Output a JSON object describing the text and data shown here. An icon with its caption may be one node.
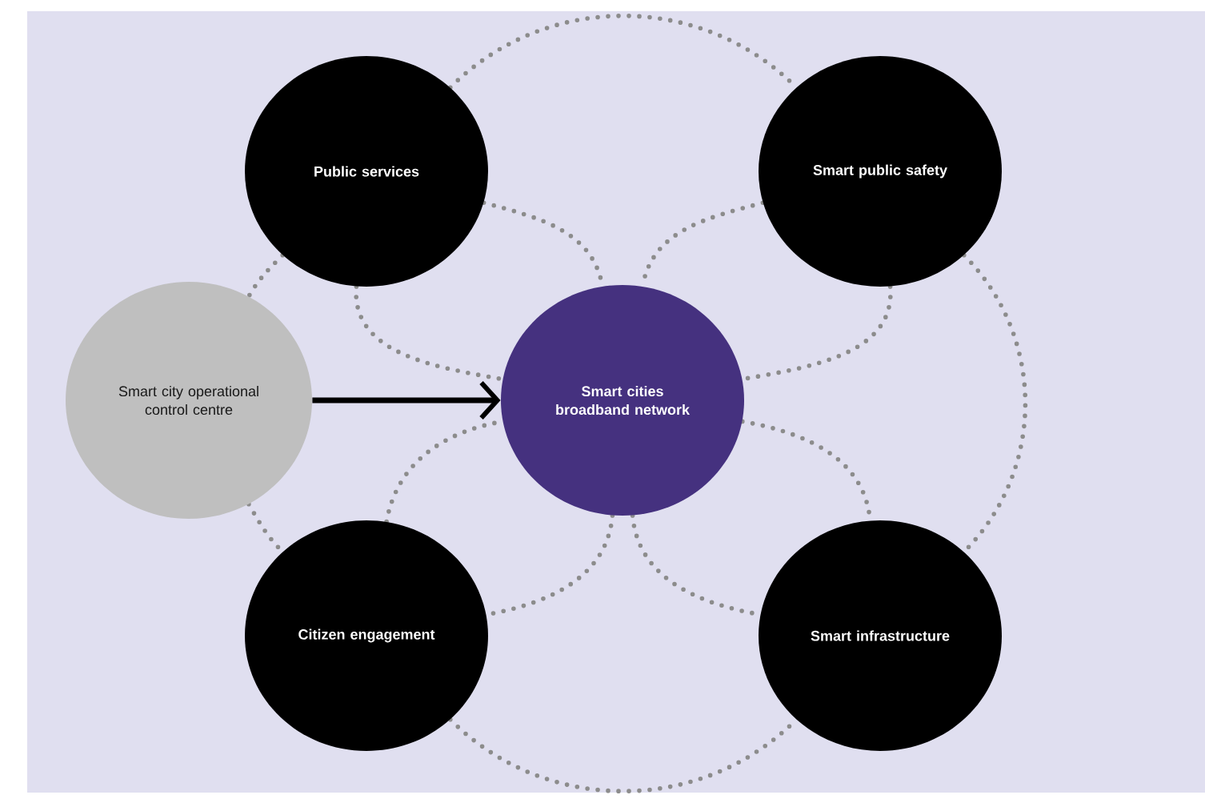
{
  "diagram": {
    "nodes": [
      {
        "text": [
          "Public services"
        ]
      },
      {
        "text": [
          "Smart public safety"
        ]
      },
      {
        "text": [
          "Smart city operational control centre"
        ]
      },
      {
        "text": [
          "Smart cities broadband network"
        ]
      },
      {
        "text": [
          "Citizen engagement"
        ]
      },
      {
        "text": [
          "Smart infrastructure"
        ]
      }
    ],
    "edges": [
      {
        "from": 0,
        "to": 1,
        "arrow": "none",
        "style": "dashed"
      },
      {
        "from": 0,
        "to": 3,
        "arrow": "none",
        "style": "dashed"
      },
      {
        "from": 1,
        "to": 3,
        "arrow": "none",
        "style": "dashed"
      },
      {
        "from": 0,
        "to": 3,
        "arrow": "none",
        "style": "dashed"
      },
      {
        "from": 1,
        "to": 3,
        "arrow": "none",
        "style": "dashed"
      },
      {
        "from": 0,
        "to": 2,
        "arrow": "none",
        "style": "dashed"
      },
      {
        "from": 2,
        "to": 4,
        "arrow": "none",
        "style": "dashed"
      },
      {
        "from": 4,
        "to": 3,
        "arrow": "none",
        "style": "dashed"
      },
      {
        "from": 3,
        "to": 5,
        "arrow": "none",
        "style": "dashed"
      },
      {
        "from": 1,
        "to": 5,
        "arrow": "none",
        "style": "dashed"
      },
      {
        "from": 3,
        "to": 4,
        "arrow": "none",
        "style": "dashed"
      },
      {
        "from": 3,
        "to": 5,
        "arrow": "none",
        "style": "dashed"
      },
      {
        "from": 4,
        "to": 5,
        "arrow": "none",
        "style": "dashed"
      },
      {
        "from": 2,
        "to": 3,
        "arrow": "to",
        "color": "#000000"
      }
    ]
  }
}
